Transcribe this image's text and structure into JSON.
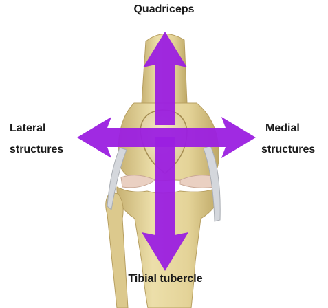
{
  "labels": {
    "top": "Quadriceps",
    "left_line1": "Lateral",
    "left_line2": "structures",
    "right_line1": "Medial",
    "right_line2": "structures",
    "bottom": "Tibial tubercle"
  },
  "colors": {
    "arrow": "#9b1fe0",
    "bone": "#e8d9a4",
    "bone_shade": "#cdb978",
    "patella": "#f1e6bd",
    "cartilage": "#e9c9b8",
    "ligament": "#cfd3d8"
  }
}
